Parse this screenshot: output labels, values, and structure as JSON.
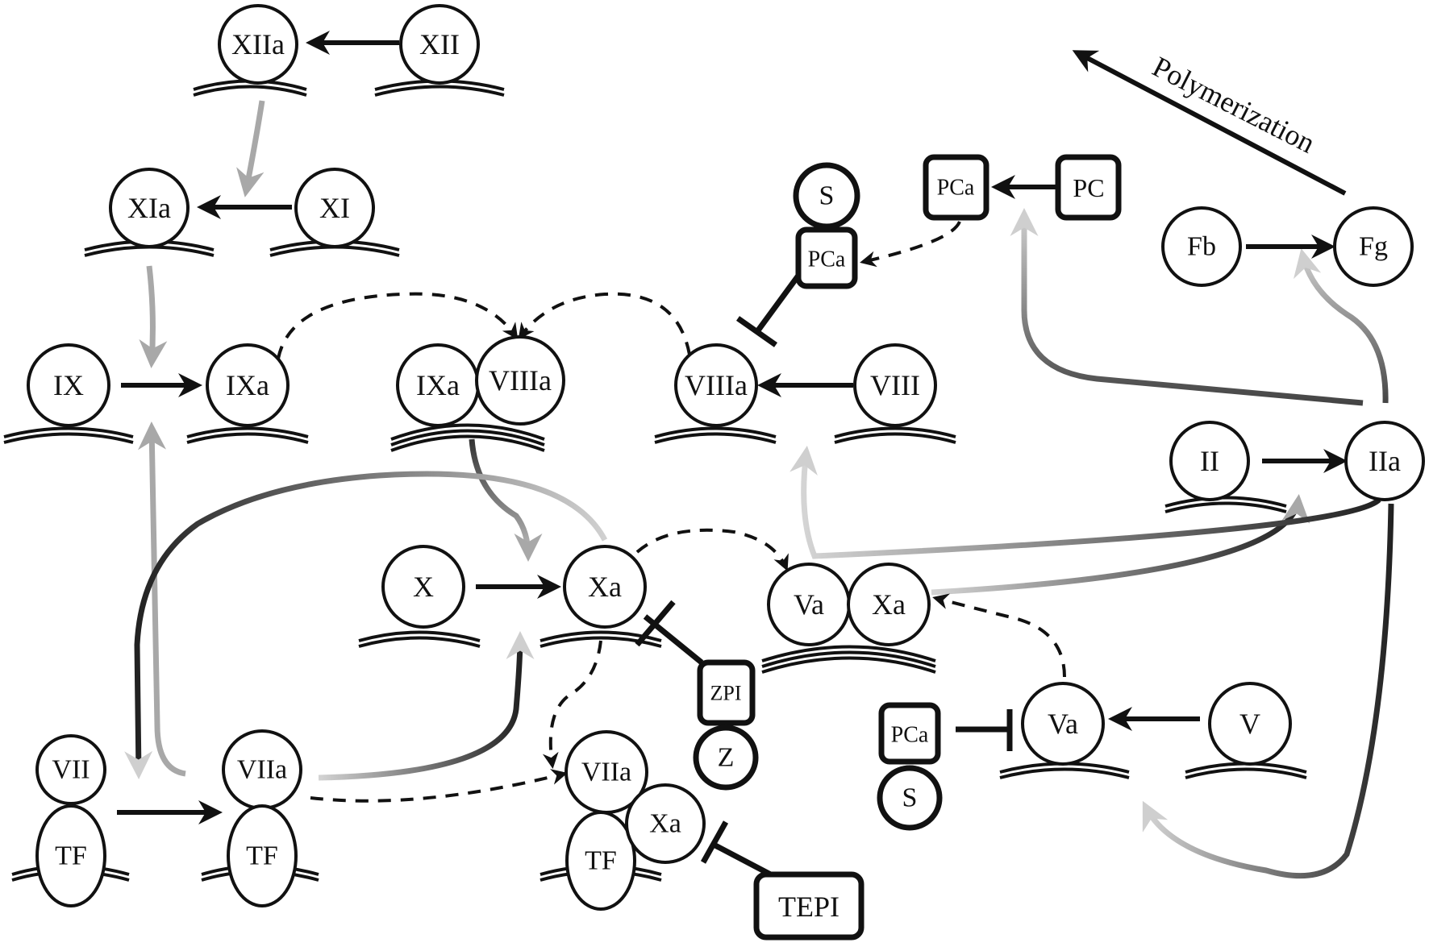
{
  "diagram": {
    "nodes": {
      "XIIa": "XIIa",
      "XII": "XII",
      "XIa": "XIa",
      "XI": "XI",
      "IX": "IX",
      "IXa": "IXa",
      "IXa_complex": "IXa",
      "VIIIa_complex": "VIIIa",
      "VIIIa": "VIIIa",
      "VIII": "VIII",
      "S_top": "S",
      "PCa_top": "PCa",
      "PCa_right": "PCa",
      "PC": "PC",
      "Fb": "Fb",
      "Fg": "Fg",
      "II": "II",
      "IIa": "IIa",
      "X": "X",
      "Xa": "Xa",
      "Va_complex": "Va",
      "Xa_complex": "Xa",
      "ZPI": "ZPI",
      "Z": "Z",
      "PCa_bottom": "PCa",
      "S_bottom": "S",
      "Va": "Va",
      "V": "V",
      "VII": "VII",
      "TF_left": "TF",
      "VIIa": "VIIa",
      "TF_mid": "TF",
      "VIIa_complex": "VIIa",
      "Xa_tf_complex": "Xa",
      "TF_complex": "TF",
      "TEPI": "TEPI"
    },
    "polymerization_label": "Polymerization"
  }
}
